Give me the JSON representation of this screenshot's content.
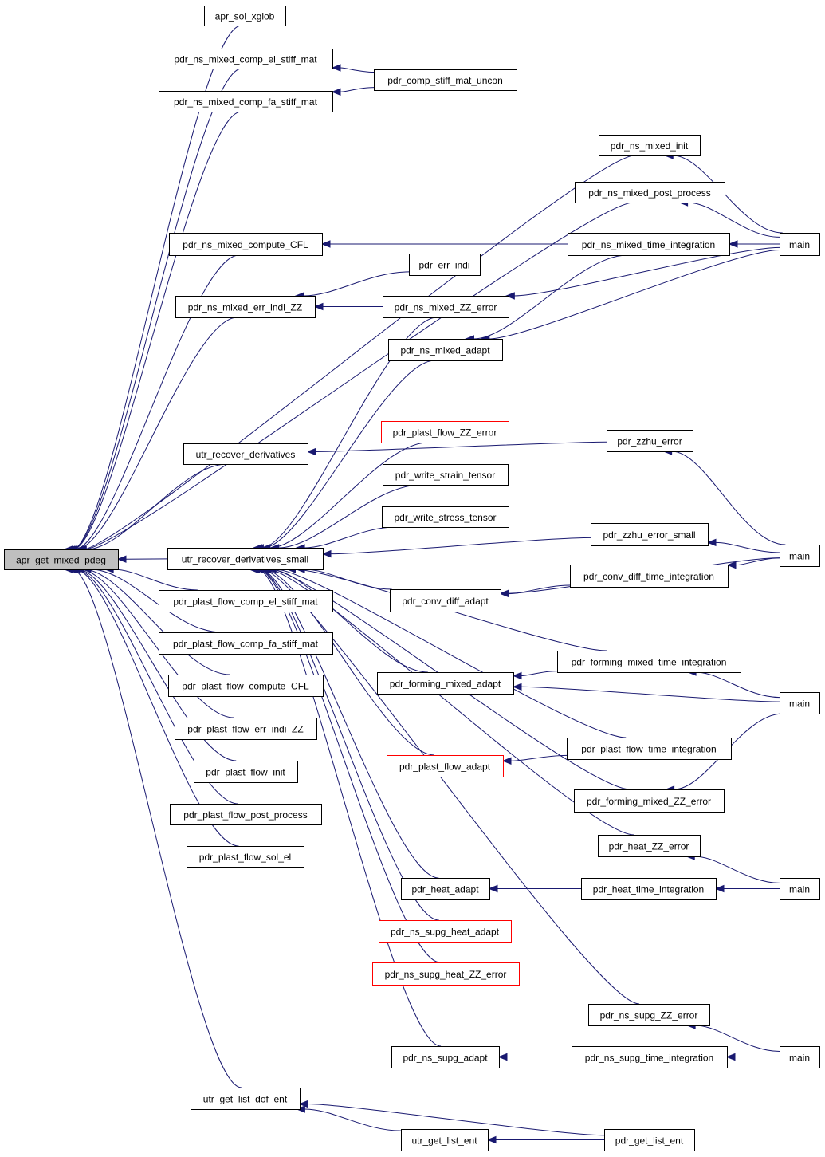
{
  "graph": {
    "root": "apr_get_mixed_pdeg",
    "nodes": [
      {
        "id": "apr_get_mixed_pdeg",
        "label": "apr_get_mixed_pdeg",
        "root": true
      },
      {
        "id": "apr_sol_xglob",
        "label": "apr_sol_xglob"
      },
      {
        "id": "ns_el_stiff",
        "label": "pdr_ns_mixed_comp_el_stiff_mat"
      },
      {
        "id": "ns_fa_stiff",
        "label": "pdr_ns_mixed_comp_fa_stiff_mat"
      },
      {
        "id": "comp_stiff_uncon",
        "label": "pdr_comp_stiff_mat_uncon"
      },
      {
        "id": "ns_init",
        "label": "pdr_ns_mixed_init"
      },
      {
        "id": "ns_post",
        "label": "pdr_ns_mixed_post_process"
      },
      {
        "id": "ns_cfl",
        "label": "pdr_ns_mixed_compute_CFL"
      },
      {
        "id": "ns_time",
        "label": "pdr_ns_mixed_time_integration"
      },
      {
        "id": "main1",
        "label": "main"
      },
      {
        "id": "err_indi",
        "label": "pdr_err_indi"
      },
      {
        "id": "ns_err_indi_zz",
        "label": "pdr_ns_mixed_err_indi_ZZ"
      },
      {
        "id": "ns_zz_error",
        "label": "pdr_ns_mixed_ZZ_error"
      },
      {
        "id": "ns_adapt",
        "label": "pdr_ns_mixed_adapt"
      },
      {
        "id": "utr_recover",
        "label": "utr_recover_derivatives"
      },
      {
        "id": "plast_zz_error",
        "label": "pdr_plast_flow_ZZ_error",
        "red": true
      },
      {
        "id": "zzhu_error",
        "label": "pdr_zzhu_error"
      },
      {
        "id": "write_strain",
        "label": "pdr_write_strain_tensor"
      },
      {
        "id": "write_stress",
        "label": "pdr_write_stress_tensor"
      },
      {
        "id": "zzhu_small",
        "label": "pdr_zzhu_error_small"
      },
      {
        "id": "utr_small",
        "label": "utr_recover_derivatives_small"
      },
      {
        "id": "main2",
        "label": "main"
      },
      {
        "id": "conv_time",
        "label": "pdr_conv_diff_time_integration"
      },
      {
        "id": "conv_adapt",
        "label": "pdr_conv_diff_adapt"
      },
      {
        "id": "plast_el_stiff",
        "label": "pdr_plast_flow_comp_el_stiff_mat"
      },
      {
        "id": "plast_fa_stiff",
        "label": "pdr_plast_flow_comp_fa_stiff_mat"
      },
      {
        "id": "forming_time",
        "label": "pdr_forming_mixed_time_integration"
      },
      {
        "id": "forming_adapt",
        "label": "pdr_forming_mixed_adapt"
      },
      {
        "id": "plast_cfl",
        "label": "pdr_plast_flow_compute_CFL"
      },
      {
        "id": "main3",
        "label": "main"
      },
      {
        "id": "plast_err_indi",
        "label": "pdr_plast_flow_err_indi_ZZ"
      },
      {
        "id": "plast_time",
        "label": "pdr_plast_flow_time_integration"
      },
      {
        "id": "plast_adapt",
        "label": "pdr_plast_flow_adapt",
        "red": true
      },
      {
        "id": "plast_init",
        "label": "pdr_plast_flow_init"
      },
      {
        "id": "forming_zz",
        "label": "pdr_forming_mixed_ZZ_error"
      },
      {
        "id": "plast_post",
        "label": "pdr_plast_flow_post_process"
      },
      {
        "id": "heat_zz",
        "label": "pdr_heat_ZZ_error"
      },
      {
        "id": "plast_sol_el",
        "label": "pdr_plast_flow_sol_el"
      },
      {
        "id": "heat_adapt",
        "label": "pdr_heat_adapt"
      },
      {
        "id": "heat_time",
        "label": "pdr_heat_time_integration"
      },
      {
        "id": "main4",
        "label": "main"
      },
      {
        "id": "supg_heat_adapt",
        "label": "pdr_ns_supg_heat_adapt",
        "red": true
      },
      {
        "id": "supg_heat_zz",
        "label": "pdr_ns_supg_heat_ZZ_error",
        "red": true
      },
      {
        "id": "supg_zz",
        "label": "pdr_ns_supg_ZZ_error"
      },
      {
        "id": "supg_adapt",
        "label": "pdr_ns_supg_adapt"
      },
      {
        "id": "supg_time",
        "label": "pdr_ns_supg_time_integration"
      },
      {
        "id": "main5",
        "label": "main"
      },
      {
        "id": "utr_dof_ent",
        "label": "utr_get_list_dof_ent"
      },
      {
        "id": "utr_list_ent",
        "label": "utr_get_list_ent"
      },
      {
        "id": "pdr_list_ent",
        "label": "pdr_get_list_ent"
      }
    ],
    "edges": [
      [
        "apr_sol_xglob",
        "apr_get_mixed_pdeg"
      ],
      [
        "ns_el_stiff",
        "apr_get_mixed_pdeg"
      ],
      [
        "ns_fa_stiff",
        "apr_get_mixed_pdeg"
      ],
      [
        "ns_init",
        "apr_get_mixed_pdeg"
      ],
      [
        "ns_post",
        "apr_get_mixed_pdeg"
      ],
      [
        "ns_cfl",
        "apr_get_mixed_pdeg"
      ],
      [
        "ns_err_indi_zz",
        "apr_get_mixed_pdeg"
      ],
      [
        "utr_recover",
        "apr_get_mixed_pdeg"
      ],
      [
        "utr_small",
        "apr_get_mixed_pdeg"
      ],
      [
        "plast_el_stiff",
        "apr_get_mixed_pdeg"
      ],
      [
        "plast_fa_stiff",
        "apr_get_mixed_pdeg"
      ],
      [
        "plast_cfl",
        "apr_get_mixed_pdeg"
      ],
      [
        "plast_err_indi",
        "apr_get_mixed_pdeg"
      ],
      [
        "plast_init",
        "apr_get_mixed_pdeg"
      ],
      [
        "plast_post",
        "apr_get_mixed_pdeg"
      ],
      [
        "plast_sol_el",
        "apr_get_mixed_pdeg"
      ],
      [
        "utr_dof_ent",
        "apr_get_mixed_pdeg"
      ],
      [
        "comp_stiff_uncon",
        "ns_el_stiff"
      ],
      [
        "comp_stiff_uncon",
        "ns_fa_stiff"
      ],
      [
        "main1",
        "ns_init"
      ],
      [
        "main1",
        "ns_post"
      ],
      [
        "ns_time",
        "ns_cfl"
      ],
      [
        "main1",
        "ns_time"
      ],
      [
        "err_indi",
        "ns_err_indi_zz"
      ],
      [
        "ns_zz_error",
        "ns_err_indi_zz"
      ],
      [
        "main1",
        "ns_zz_error"
      ],
      [
        "ns_time",
        "ns_adapt"
      ],
      [
        "main1",
        "ns_adapt"
      ],
      [
        "zzhu_error",
        "utr_recover"
      ],
      [
        "main2",
        "zzhu_error"
      ],
      [
        "ns_zz_error",
        "utr_small"
      ],
      [
        "ns_adapt",
        "utr_small"
      ],
      [
        "plast_zz_error",
        "utr_small"
      ],
      [
        "write_strain",
        "utr_small"
      ],
      [
        "write_stress",
        "utr_small"
      ],
      [
        "zzhu_small",
        "utr_small"
      ],
      [
        "conv_adapt",
        "utr_small"
      ],
      [
        "forming_time",
        "utr_small"
      ],
      [
        "forming_adapt",
        "utr_small"
      ],
      [
        "plast_time",
        "utr_small"
      ],
      [
        "plast_adapt",
        "utr_small"
      ],
      [
        "forming_zz",
        "utr_small"
      ],
      [
        "heat_zz",
        "utr_small"
      ],
      [
        "heat_adapt",
        "utr_small"
      ],
      [
        "supg_heat_adapt",
        "utr_small"
      ],
      [
        "supg_heat_zz",
        "utr_small"
      ],
      [
        "supg_zz",
        "utr_small"
      ],
      [
        "supg_adapt",
        "utr_small"
      ],
      [
        "main2",
        "zzhu_small"
      ],
      [
        "main2",
        "conv_time"
      ],
      [
        "conv_time",
        "conv_adapt"
      ],
      [
        "main2",
        "conv_adapt"
      ],
      [
        "main3",
        "forming_time"
      ],
      [
        "forming_time",
        "forming_adapt"
      ],
      [
        "main3",
        "forming_adapt"
      ],
      [
        "plast_time",
        "plast_adapt"
      ],
      [
        "main3",
        "forming_zz"
      ],
      [
        "main4",
        "heat_zz"
      ],
      [
        "heat_time",
        "heat_adapt"
      ],
      [
        "main4",
        "heat_time"
      ],
      [
        "main4",
        "heat_adapt"
      ],
      [
        "main5",
        "supg_zz"
      ],
      [
        "supg_time",
        "supg_adapt"
      ],
      [
        "main5",
        "supg_time"
      ],
      [
        "main5",
        "supg_adapt"
      ],
      [
        "pdr_list_ent",
        "utr_dof_ent"
      ],
      [
        "utr_list_ent",
        "utr_dof_ent"
      ],
      [
        "pdr_list_ent",
        "utr_list_ent"
      ]
    ]
  }
}
